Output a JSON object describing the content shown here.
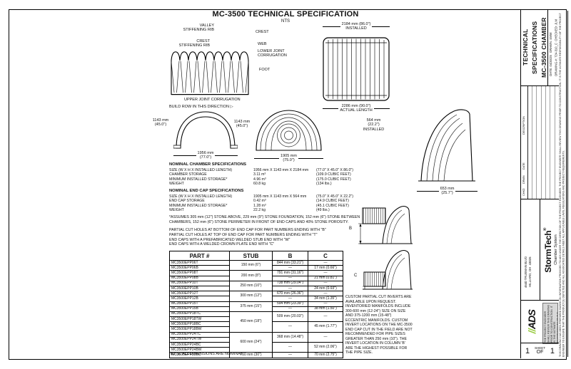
{
  "page": {
    "title": "MC-3500 TECHNICAL SPECIFICATION",
    "scale": "NTS",
    "note_bottom": "NOTE: ALL DIMENSIONS ARE NOMINAL"
  },
  "callouts": {
    "valley_rib": "VALLEY\nSTIFFENING RIB",
    "crest_rib": "CREST\nSTIFFENING RIB",
    "crest": "CREST",
    "web": "WEB",
    "lower_joint": "LOWER JOINT\nCORRUGATION",
    "foot": "FOOT",
    "upper_joint": "UPPER JOINT CORRUGATION",
    "build_row": "BUILD ROW IN THIS DIRECTION",
    "build_row_arrow": "▷"
  },
  "dims": {
    "installed_length": "2184 mm (86.0\")\nINSTALLED",
    "actual_length": "2286 mm (90.0\")\nACTUAL LENGTH",
    "chamber_height": "1143 mm\n(45.0\")",
    "chamber_width": "1956 mm\n(77.0\")",
    "endcap_height": "1143 mm\n(45.0\")",
    "endcap_width": "1905 mm\n(75.0\")",
    "endcap_installed": "564 mm\n(22.2\")\nINSTALLED",
    "endcap_length": "653 mm\n(25.7\")",
    "b_label": "B",
    "c_label": "C"
  },
  "chamber_specs": {
    "heading": "NOMINAL CHAMBER SPECIFICATIONS",
    "rows": [
      {
        "label": "SIZE (W X H X INSTALLED LENGTH)",
        "metric": "1956 mm X 1143 mm X 2184 mm",
        "imperial": "(77.0\" X 45.0\" X 86.0\")"
      },
      {
        "label": "CHAMBER STORAGE",
        "metric": "3.11 m³",
        "imperial": "(109.9 CUBIC FEET)"
      },
      {
        "label": "MINIMUM INSTALLED STORAGE*",
        "metric": "4.96 m³",
        "imperial": "(175.0 CUBIC FEET)"
      },
      {
        "label": "WEIGHT",
        "metric": "60.8 kg",
        "imperial": "(134 lbs.)"
      }
    ]
  },
  "endcap_specs": {
    "heading": "NOMINAL END CAP SPECIFICATIONS",
    "rows": [
      {
        "label": "SIZE (W X H X INSTALLED LENGTH)",
        "metric": "1905 mm X 1143 mm X 564 mm",
        "imperial": "(75.0\" X 45.0\" X 22.2\")"
      },
      {
        "label": "END CAP STORAGE",
        "metric": "0.42 m³",
        "imperial": "(14.9 CUBIC FEET)"
      },
      {
        "label": "MINIMUM INSTALLED STORAGE*",
        "metric": "1.28 m³",
        "imperial": "(45.1 CUBIC FEET)"
      },
      {
        "label": "WEIGHT",
        "metric": "22.2 kg",
        "imperial": "(49 lbs.)"
      }
    ]
  },
  "footnote": "*ASSUMES 305 mm (12\") STONE ABOVE, 229 mm (9\") STONE FOUNDATION, 152 mm (6\") STONE BETWEEN\nCHAMBERS, 152 mm (6\") STONE PERIMETER IN FRONT OF END CAPS AND 40% STONE POROSITY.",
  "partial_cut_notes": [
    "PARTIAL CUT HOLES AT BOTTOM OF END CAP FOR PART NUMBERS ENDING WITH \"B\"",
    "PARTIAL CUT HOLES AT TOP OF END CAP FOR PART NUMBERS ENDING WITH \"T\"",
    "END CAPS WITH A PREFABRICATED WELDED STUB END WITH \"W\"",
    "END CAPS WITH A WELDED CROWN PLATE END WITH \"C\""
  ],
  "parts_table": {
    "headers": [
      "PART #",
      "STUB",
      "B",
      "C"
    ],
    "rows": [
      {
        "part": "MC3500EPP06T",
        "stub": "150 mm (6\")",
        "stub_span": 2,
        "b": "844 mm (33.21\")",
        "c": "—"
      },
      {
        "part": "MC3500EPP06B",
        "b": "—",
        "c": "17 mm (0.66\")"
      },
      {
        "part": "MC3500EPP08T",
        "stub": "200 mm (8\")",
        "stub_span": 2,
        "b": "791 mm (31.16\")",
        "c": "—"
      },
      {
        "part": "MC3500EPP08B",
        "b": "—",
        "c": "21 mm (0.81\")"
      },
      {
        "part": "MC3500EPP10T",
        "stub": "250 mm (10\")",
        "stub_span": 2,
        "b": "738 mm (29.04\")",
        "c": "—"
      },
      {
        "part": "MC3500EPP10B",
        "b": "—",
        "c": "24 mm (0.93\")"
      },
      {
        "part": "MC3500EPP12T",
        "stub": "300 mm (12\")",
        "stub_span": 2,
        "b": "670 mm (26.36\")",
        "c": "—"
      },
      {
        "part": "MC3500EPP12B",
        "b": "—",
        "c": "34 mm (1.35\")"
      },
      {
        "part": "MC3500EPP15T",
        "stub": "375 mm (15\")",
        "stub_span": 2,
        "b": "594 mm (23.39\")",
        "c": "—"
      },
      {
        "part": "MC3500EPP15B",
        "b": "—",
        "c": "38 mm (1.50\")"
      },
      {
        "part": "MC3500EPP18TC",
        "stub": "450 mm (18\")",
        "stub_span": 4,
        "b": "509 mm (20.03\")",
        "b_span": 2,
        "c": "—",
        "c_span": 2
      },
      {
        "part": "MC3500EPP18TW"
      },
      {
        "part": "MC3500EPP18BC",
        "b": "—",
        "b_span": 2,
        "c": "45 mm (1.77\")",
        "c_span": 2
      },
      {
        "part": "MC3500EPP18BW"
      },
      {
        "part": "MC3500EPP24TC",
        "stub": "600 mm (24\")",
        "stub_span": 4,
        "b": "368 mm (14.48\")",
        "b_span": 2,
        "c": "—",
        "c_span": 2
      },
      {
        "part": "MC3500EPP24TW"
      },
      {
        "part": "MC3500EPP24BC",
        "b": "—",
        "b_span": 2,
        "c": "52 mm (2.06\")",
        "c_span": 2
      },
      {
        "part": "MC3500EPP24BW"
      },
      {
        "part": "MC3500EPP30BC",
        "stub": "750 mm (30\")",
        "b": "—",
        "c": "70 mm (2.75\")"
      }
    ]
  },
  "custom_note": "CUSTOM PARTIAL CUT INVERTS ARE\nAVAILABLE UPON REQUEST.\nINVENTORIED MANIFOLDS INCLUDE\n300-600 mm (12-24\") SIZE ON SIZE\nAND 375-1200 mm (15-48\")\nECCENTRIC MANIFOLDS. CUSTOM\nINVERT LOCATIONS ON THE MC-3500\nEND CAP CUT IN THE FIELD ARE NOT\nRECOMMENDED FOR PIPE SIZES\nGREATER THAN 250 mm (10\"). THE\nINVERT LOCATION IN COLUMN 'B'\nARE THE HIGHEST POSSIBLE FOR\nTHE PIPE SIZE.",
  "title_block": {
    "title_line1": "TECHNICAL SPECIFICATIONS",
    "title_line2": "MC-3500 CHAMBER",
    "date_label": "DATE:",
    "date": "04/30/25",
    "drawn_label": "DRAWN:",
    "drawn": "SMW",
    "drawing_no_label": "DRAWING #:",
    "drawing_no": "724-310_C",
    "checked_label": "CHECKED:",
    "checked": "JLM",
    "rev_date": "DATE",
    "rev_drwn": "DRWN",
    "rev_chkd": "CHKD",
    "description_label": "DESCRIPTION",
    "brand": "StormTech",
    "brand_reg": "®",
    "brand_tag": "Chamber System",
    "address": "4640 TRUEMAN BLVD\nHILLIARD, OH  43026",
    "ads": "ADS",
    "ads_slashes": "//",
    "sheet_num": "1",
    "sheet_label": "SHEET",
    "sheet_of": "OF",
    "sheet_total": "1",
    "edge_disclaimer": "THIS DRAWING HAS BEEN PREPARED BASED ON INFORMATION PROVIDED TO ADS UNDER THE DIRECTION OF THE PROJECT ENGINEER. THE PROJECT ENGINEER SHALL REVIEW THIS DRAWING PRIOR TO CONSTRUCTION. IT IS THE ULTIMATE RESPONSIBILITY OF THE PROJECT ENGINEER TO ENSURE THAT THE PRODUCT(S) DEPICTED AND ALL ASSOCIATED DETAILS MEET ALL APPLICABLE LAWS, REGULATIONS AND PROJECT REQUIREMENTS.",
    "strip_disclaimer": "THE PROJECT ENGINEER SHALL REVIEW THIS DRAWING PRIOR TO CONSTRUCTION. IT IS THE ULTIMATE RESPONSIBILITY OF THE PROJECT ENGINEER TO ENSURE PRODUCTS DEPICTED MEET ALL APPLICABLE LAWS, REGULATIONS AND PROJECT REQUIREMENTS."
  },
  "colors": {
    "ads_green": "#97c93d",
    "line": "#000000",
    "paper": "#ffffff",
    "gray_fill": "#d8d8d8"
  }
}
